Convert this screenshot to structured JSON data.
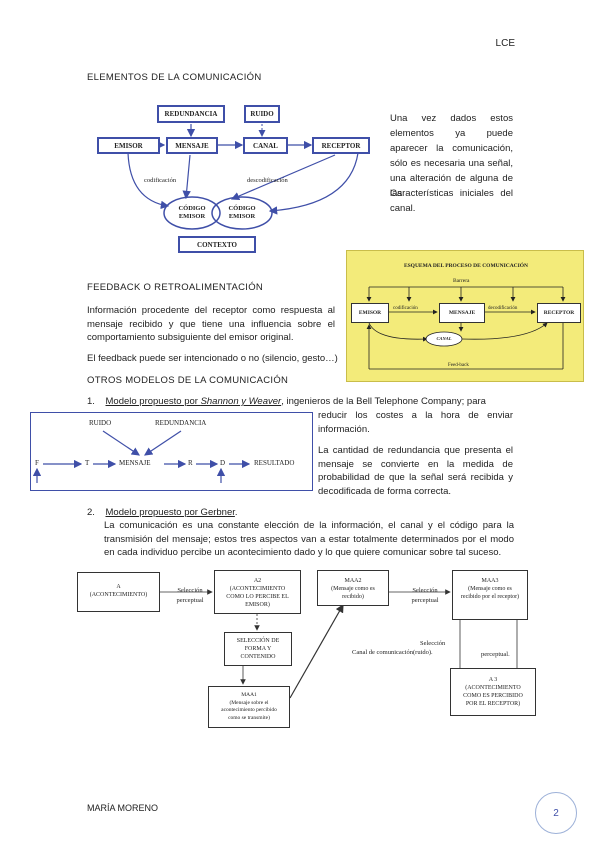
{
  "header": {
    "code": "LCE"
  },
  "section1": {
    "title": "ELEMENTOS DE LA COMUNICACIÓN"
  },
  "diagram1": {
    "redundancia": "REDUNDANCIA",
    "ruido": "RUIDO",
    "emisor": "EMISOR",
    "mensaje": "MENSAJE",
    "canal": "CANAL",
    "receptor": "RECEPTOR",
    "codificacion": "codificación",
    "descodificacion": "descodificación",
    "codigo_emisor_1": "CÓDIGO",
    "codigo_emisor_2": "EMISOR",
    "codigo_emisor_b_1": "CÓDIGO",
    "codigo_emisor_b_2": "EMISOR",
    "contexto": "CONTEXTO"
  },
  "side_text": {
    "p1": "Una vez dados estos elementos ya puede aparecer la comunicación, sólo es necesaria una señal, una alteración de alguna de las",
    "p2": "Características iniciales del canal."
  },
  "diagram2": {
    "title": "ESQUEMA DEL PROCESO DE COMUNICACIÓN",
    "barrera": "Barrera",
    "emisor": "EMISOR",
    "codificacion": "codificación",
    "mensaje": "MENSAJE",
    "decodificacion": "decodificación",
    "receptor": "RECEPTOR",
    "canal": "CANAL",
    "feedback": "Feed-back"
  },
  "section2": {
    "title": "FEEDBACK O RETROALIMENTACIÓN",
    "p1": "Información procedente del receptor como respuesta al mensaje recibido y que tiene una influencia sobre el comportamiento subsiguiente del emisor original.",
    "p2": "El feedback puede ser intencionado o no (silencio, gesto…)"
  },
  "section3": {
    "title": "OTROS MODELOS DE LA COMUNICACIÓN"
  },
  "model1": {
    "number": "1.",
    "title_part1": "Modelo propuesto por ",
    "title_part2": "Shannon y Weaver",
    "title_rest": ", ingenieros de la Bell Telephone Company; para",
    "line2": "reducir los costes a la hora de enviar información.",
    "p2": "La cantidad de redundancia que presenta el mensaje se convierte en la medida de probabilidad de que la señal será recibida y decodificada de forma correcta."
  },
  "diagram3": {
    "ruido": "RUIDO",
    "redundancia": "REDUNDANCIA",
    "f": "F",
    "t": "T",
    "mensaje": "MENSAJE",
    "r": "R",
    "d": "D",
    "resultado": "RESULTADO"
  },
  "model2": {
    "number": "2.",
    "title": "Modelo propuesto por Gerbner",
    "title_end": ".",
    "p": "La comunicación es una constante elección de la información, el canal y el código para la transmisión del mensaje; estos tres aspectos van a estar totalmente determinados por el modo en cada individuo percibe un acontecimiento dado y lo que quiere comunicar sobre tal suceso."
  },
  "diagram4": {
    "a_1": "A",
    "a_2": "(ACONTECIMIENTO)",
    "seleccion1_1": "Selección",
    "seleccion1_2": "perceptual",
    "a2_1": "A2",
    "a2_2": "(ACONTECIMIENTO",
    "a2_3": "COMO LO PERCIBE EL",
    "a2_4": "EMISOR)",
    "maa2_1": "MAA2",
    "maa2_2": "(Mensaje como es",
    "maa2_3": "recibido)",
    "seleccion2_1": "Selección",
    "seleccion2_2": "perceptual",
    "maa3_1": "MAA3",
    "maa3_2": "(Mensaje como es",
    "maa3_3": "recibido por el receptor)",
    "seleccion_forma_1": "SELECCIÓN DE",
    "seleccion_forma_2": "FORMA Y",
    "seleccion_forma_3": "CONTENIDO",
    "seleccion3": "Selección",
    "canal": "Canal de comunicación(ruido).",
    "perceptual": "perceptual.",
    "maa1_1": "MAA1",
    "maa1_2": "(Mensaje sobre el",
    "maa1_3": "acontecimiento percibido",
    "maa1_4": "como se transmite)",
    "a3_1": "A 3",
    "a3_2": "(ACONTECIMIENTO",
    "a3_3": "COMO ES PERCIBIDO",
    "a3_4": "POR EL RECEPTOR)"
  },
  "footer": {
    "author": "MARÍA MORENO",
    "page": "2"
  }
}
